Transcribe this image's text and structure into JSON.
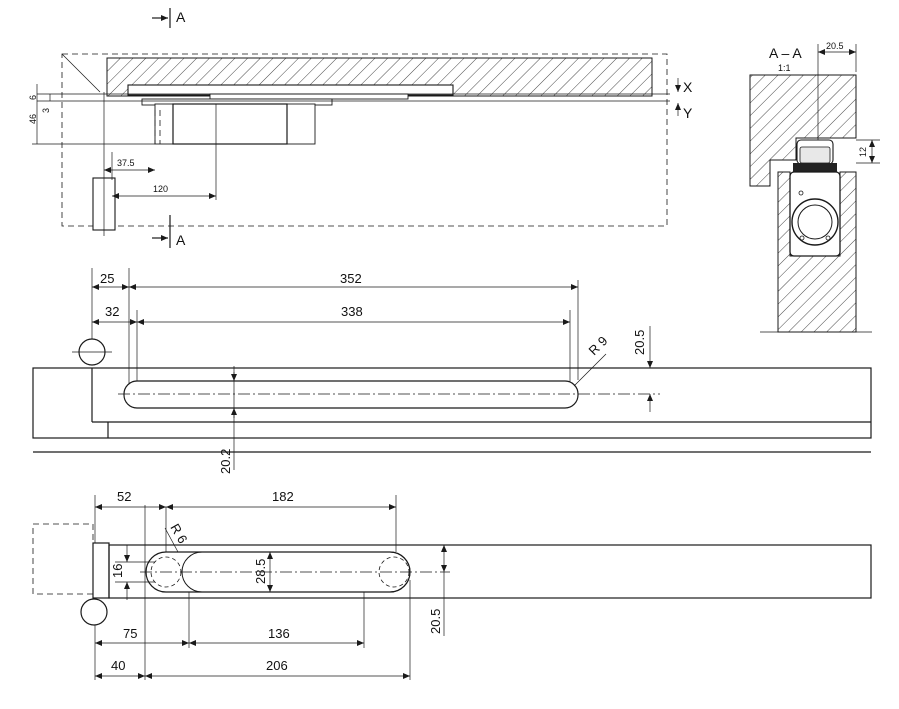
{
  "section_marks": {
    "label": "A"
  },
  "section_view": {
    "title": "A – A",
    "scale": "1:1",
    "dim_top": "20.5",
    "dim_side": "12"
  },
  "axis_labels": {
    "x": "X",
    "y": "Y"
  },
  "top_view_dims": {
    "d6": "6",
    "d3": "3",
    "d46": "46",
    "d37_5": "37.5",
    "d120": "120"
  },
  "middle_view_dims": {
    "d25": "25",
    "d352": "352",
    "d32": "32",
    "d338": "338",
    "r9": "R 9",
    "d20_5": "20.5",
    "d20_2": "20.2"
  },
  "bottom_view_dims": {
    "d52": "52",
    "d182": "182",
    "r6": "R 6",
    "d16": "16",
    "d28_5": "28.5",
    "d75": "75",
    "d136": "136",
    "d20_5": "20.5",
    "d40": "40",
    "d206": "206"
  }
}
